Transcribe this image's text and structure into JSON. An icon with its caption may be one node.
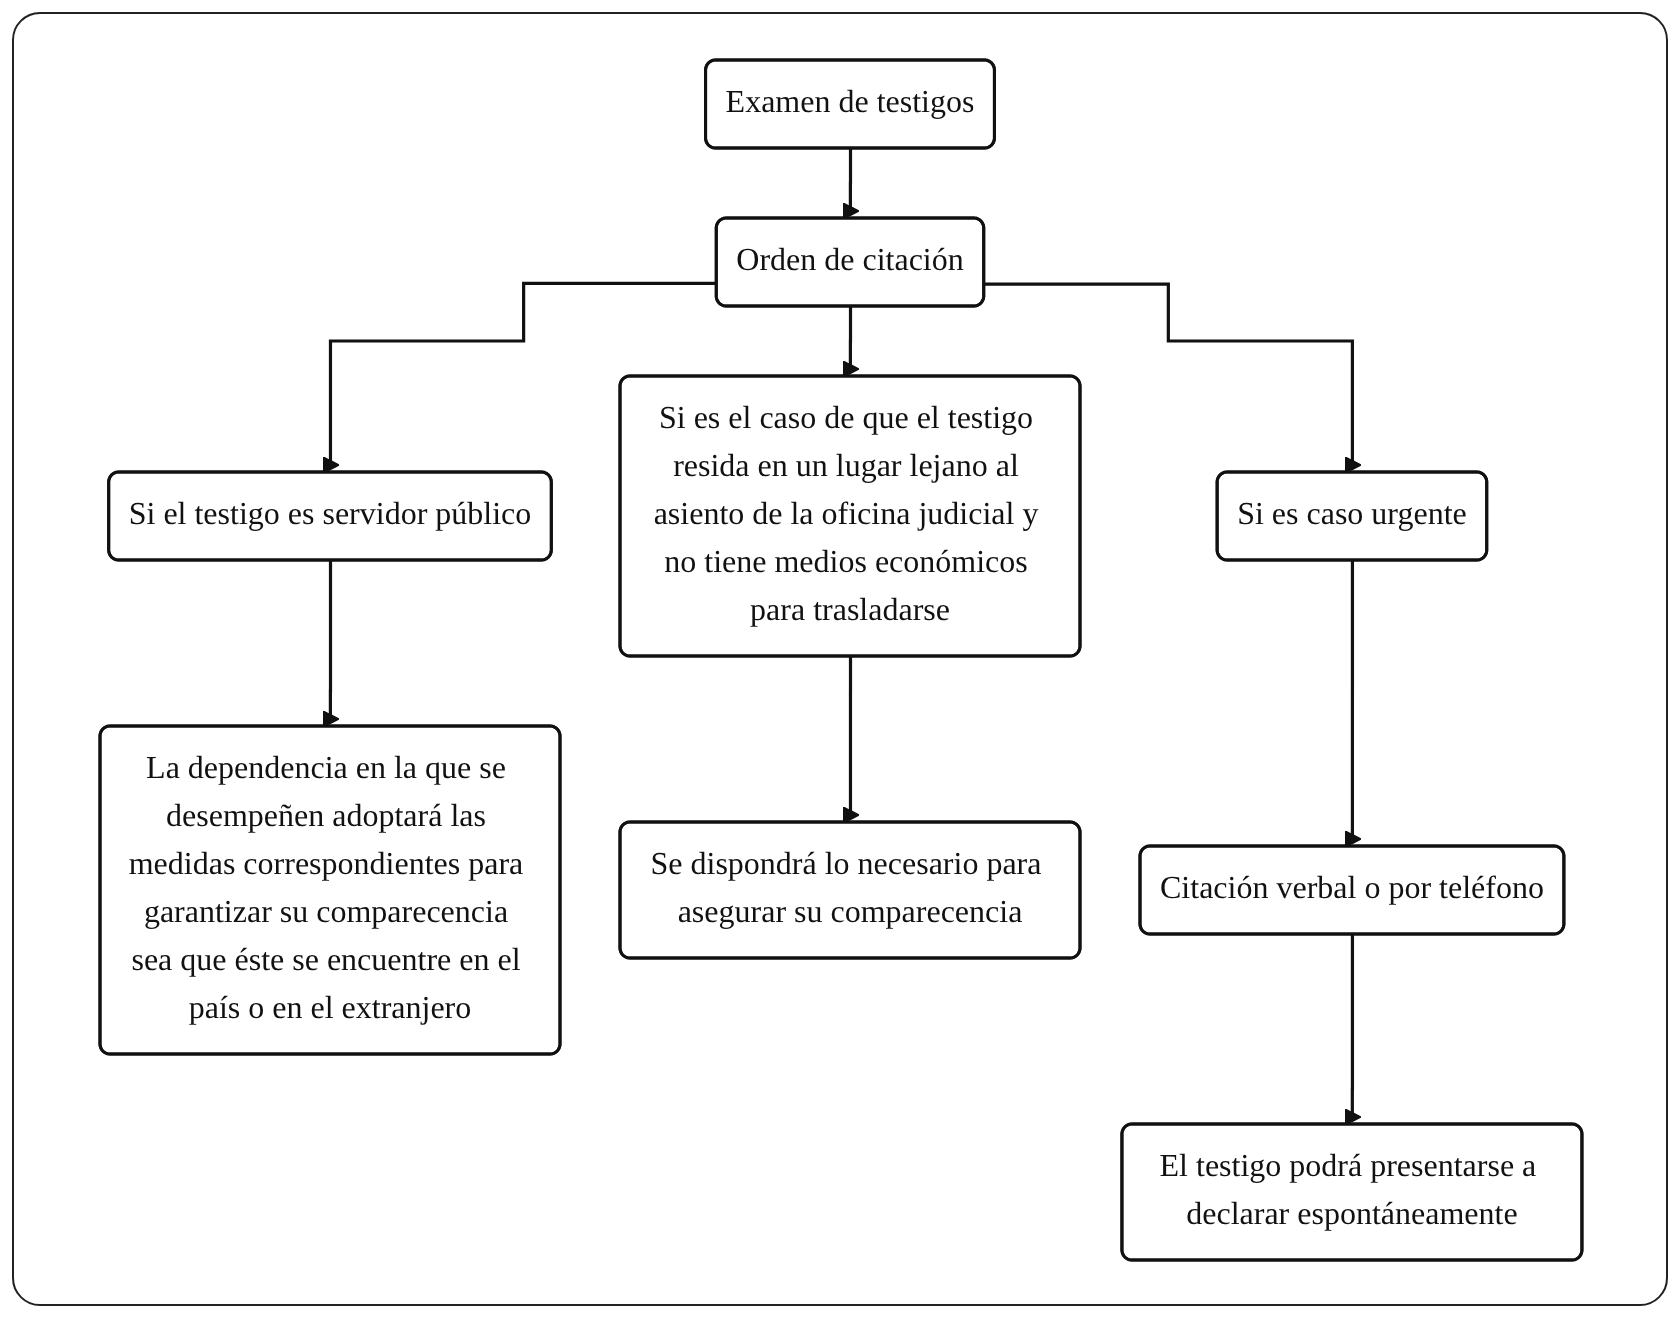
{
  "diagram": {
    "nodes": [
      {
        "text": [
          "Examen de testigos"
        ]
      },
      {
        "text": [
          "Orden de citación"
        ]
      },
      {
        "text": [
          "Si el testigo es servidor público"
        ]
      },
      {
        "text": [
          "Si es el caso de que el testigo resida en un lugar lejano al asiento de la oficina judicial y no tiene medios económicos para trasladarse"
        ]
      },
      {
        "text": [
          "Si es caso urgente"
        ]
      },
      {
        "text": [
          "La dependencia en la que se desempeñen adoptará las medidas correspondientes para garantizar su comparecencia sea que éste se encuentre en el país o en el extranjero"
        ]
      },
      {
        "text": [
          "Se dispondrá lo necesario para asegurar su comparecencia"
        ]
      },
      {
        "text": [
          "Citación verbal o por teléfono"
        ]
      },
      {
        "text": [
          "El testigo podrá presentarse a declarar espontáneamente"
        ]
      }
    ],
    "edges": [
      {
        "from": 0,
        "to": 1,
        "arrow": "to"
      },
      {
        "from": 1,
        "to": 2,
        "arrow": "to"
      },
      {
        "from": 1,
        "to": 3,
        "arrow": "to"
      },
      {
        "from": 1,
        "to": 4,
        "arrow": "to"
      },
      {
        "from": 2,
        "to": 5,
        "arrow": "to"
      },
      {
        "from": 3,
        "to": 6,
        "arrow": "to"
      },
      {
        "from": 4,
        "to": 7,
        "arrow": "to"
      },
      {
        "from": 7,
        "to": 8,
        "arrow": "to"
      }
    ]
  }
}
